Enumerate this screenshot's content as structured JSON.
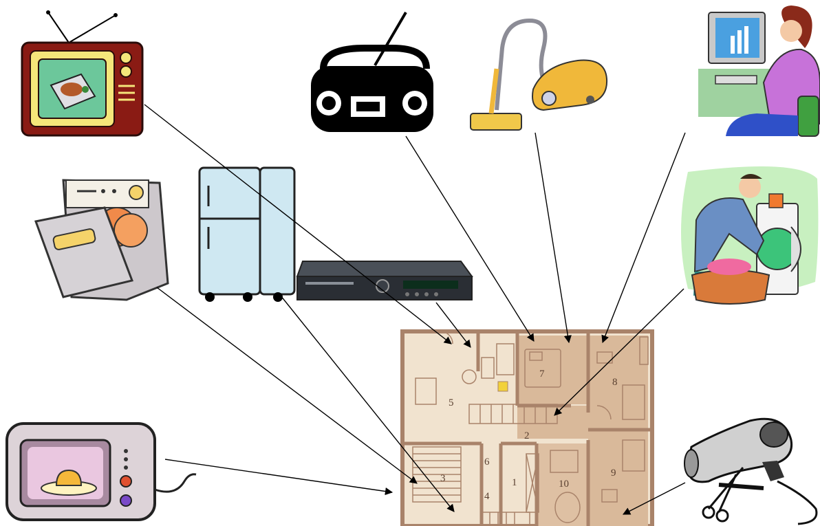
{
  "diagram": {
    "appliances": [
      {
        "id": "tv",
        "icon": "television-icon"
      },
      {
        "id": "boombox",
        "icon": "boombox-icon"
      },
      {
        "id": "vacuum",
        "icon": "vacuum-cleaner-icon"
      },
      {
        "id": "computer",
        "icon": "computer-user-icon"
      },
      {
        "id": "dishwasher",
        "icon": "dishwasher-icon"
      },
      {
        "id": "fridge",
        "icon": "refrigerator-icon"
      },
      {
        "id": "dvd",
        "icon": "dvd-player-icon"
      },
      {
        "id": "washer",
        "icon": "washing-machine-icon"
      },
      {
        "id": "microwave",
        "icon": "microwave-oven-icon"
      },
      {
        "id": "hairdryer",
        "icon": "hair-dryer-icon"
      }
    ],
    "floor_plan": {
      "room_numbers": [
        "1",
        "2",
        "3",
        "4",
        "5",
        "6",
        "7",
        "8",
        "9",
        "10"
      ]
    },
    "colors": {
      "floor_light": "#f1e3cf",
      "floor_dark": "#d9b99a",
      "wall": "#a9836a",
      "arrow": "#000000",
      "tv_body": "#8a1b14",
      "tv_frame": "#f5e67a",
      "tv_screen": "#6cc79b",
      "fridge": "#cfe8f2",
      "vacuum_body": "#f0b83a",
      "washer_bg": "#c8f0c0",
      "microwave_body": "#ddd3d8"
    }
  }
}
